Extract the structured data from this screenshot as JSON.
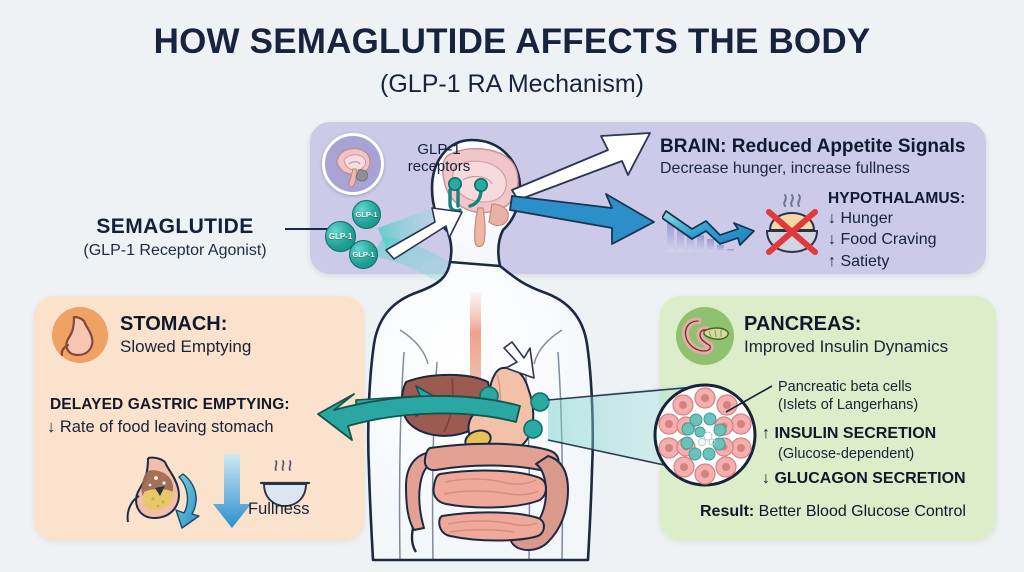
{
  "title": "HOW SEMAGLUTIDE AFFECTS THE BODY",
  "subtitle": "(GLP-1 RA Mechanism)",
  "colors": {
    "background": "#eff2f4",
    "brain_panel": "#cdcae9",
    "stomach_panel": "#fbe2cc",
    "pancreas_panel": "#dcedca",
    "stomach_icon_circle": "#efa263",
    "pancreas_icon_circle": "#8ec270",
    "glp1_molecule": "#23a096",
    "teal_arrow": "#2ba7a3",
    "blue_arrow": "#2c8fc9",
    "red_cross": "#e03b3b",
    "title_text": "#16243f"
  },
  "semaglutide": {
    "label": "SEMAGLUTIDE",
    "sublabel": "(GLP-1 Receptor Agonist)",
    "molecules": [
      "GLP-1",
      "GLP-1",
      "GLP-1"
    ]
  },
  "receptors": {
    "line1": "GLP-1",
    "line2": "receptors"
  },
  "brain_panel": {
    "heading_bold": "BRAIN:",
    "heading_rest": " Reduced Appetite Signals",
    "subheading": "Decrease hunger, increase fullness",
    "hypothalamus": {
      "title": "HYPOTHALAMUS:",
      "items": [
        "↓ Hunger",
        "↓ Food Craving",
        "↑ Satiety"
      ]
    },
    "icons": {
      "chart": "declining-bar-chart-icon",
      "nofood": "no-food-icon",
      "brain": "brain-icon"
    }
  },
  "stomach_panel": {
    "heading": "STOMACH:",
    "subheading": "Slowed Emptying",
    "detail_title": "DELAYED GASTRIC EMPTYING:",
    "detail_text": "↓ Rate of food leaving stomach",
    "fullness_label": "Fullness",
    "icons": {
      "stomach": "stomach-icon",
      "bowl": "soup-bowl-icon",
      "down_arrow": "down-arrow-icon"
    }
  },
  "pancreas_panel": {
    "heading": "PANCREAS:",
    "subheading": "Improved Insulin Dynamics",
    "beta_cells_line1": "Pancreatic beta cells",
    "beta_cells_line2": "(Islets of Langerhans)",
    "insulin_line": "↑ INSULIN SECRETION",
    "insulin_sub": "(Glucose-dependent)",
    "glucagon_line": "↓ GLUCAGON SECRETION",
    "result_bold": "Result:",
    "result_rest": " Better Blood Glucose Control",
    "icons": {
      "pancreas": "pancreas-icon",
      "islet": "islet-of-langerhans-icon"
    }
  },
  "body_figure": {
    "organs": [
      "brain",
      "esophagus",
      "liver",
      "stomach",
      "gallbladder",
      "small-intestine",
      "large-intestine"
    ]
  },
  "arrows": [
    {
      "name": "white-arrow-to-brain-heading",
      "color": "#ffffff"
    },
    {
      "name": "blue-arrow-to-hypothalamus",
      "color": "#2c8fc9"
    },
    {
      "name": "teal-arrow-to-stomach-panel",
      "color": "#2ba7a3"
    },
    {
      "name": "white-arrow-into-head",
      "color": "#ffffff"
    },
    {
      "name": "white-arrow-into-stomach",
      "color": "#ffffff"
    },
    {
      "name": "teal-arrow-to-liver",
      "color": "#2ba7a3"
    },
    {
      "name": "zoom-cone-to-islet",
      "color": "#7fd0cd"
    }
  ]
}
